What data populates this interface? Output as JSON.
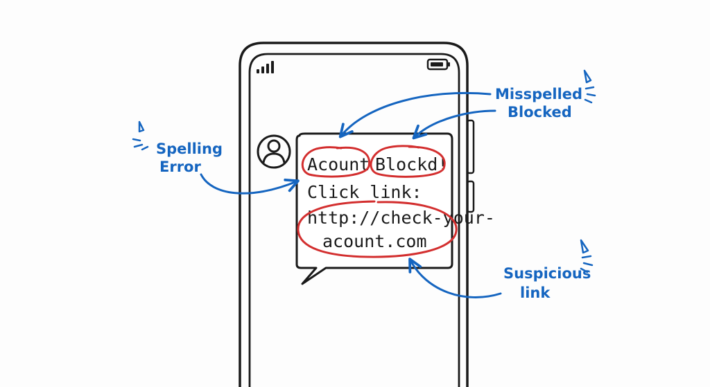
{
  "message": {
    "word1": "Acount",
    "word2": "Blockd!",
    "line2": "Click link:",
    "link_line1": "http://check-your-",
    "link_line2": "acount.com"
  },
  "annotations": {
    "spelling": {
      "line1": "Spelling",
      "line2": "Error"
    },
    "misspelled": {
      "line1": "Misspelled",
      "line2": "Blocked"
    },
    "suspicious": {
      "line1": "Suspicious",
      "line2": "link"
    }
  },
  "icons": {
    "signal": "signal-bars-icon",
    "battery": "battery-icon",
    "avatar": "user-avatar-icon",
    "alert": "alert-exclamation-icon"
  },
  "colors": {
    "ink": "#1a1a1a",
    "annotation_blue": "#1565c0",
    "highlight_red": "#d32f2f",
    "background": "#fdfdfd"
  }
}
